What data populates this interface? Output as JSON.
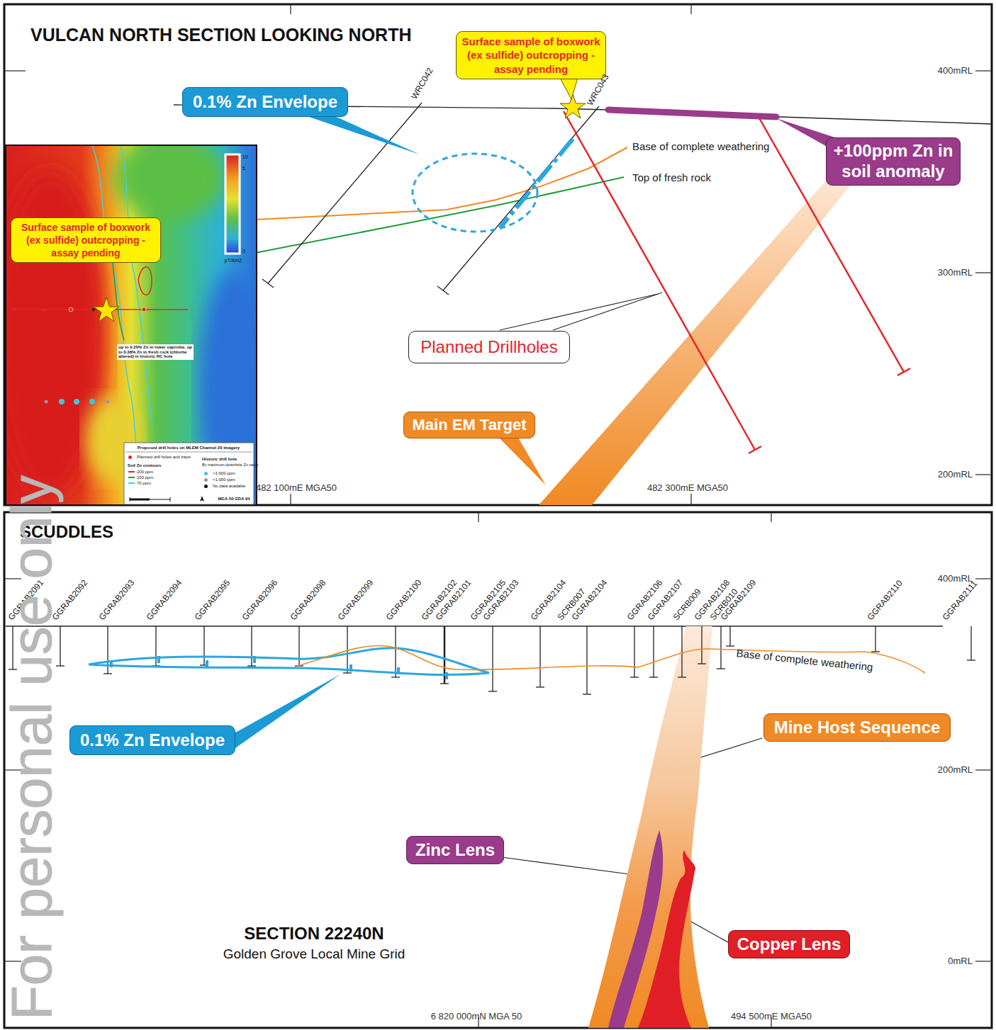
{
  "diagram": {
    "title": "VULCAN NORTH SECTION LOOKING NORTH",
    "nodes": [
      {
        "text": [
          "Surface sample of boxwork (ex sulfide) outcropping - assay pending"
        ]
      },
      {
        "text": [
          "0.1% Zn Envelope"
        ]
      },
      {
        "text": [
          "+100ppm Zn in soil anomaly"
        ]
      },
      {
        "text": [
          "Surface sample of boxwork (ex sulfide) outcropping - assay pending"
        ]
      },
      {
        "text": [
          "up to 0.26% Zn in lower saprolite, up to 0.38% Zn in fresh rock (chlorite altered) in historic RC hole"
        ]
      },
      {
        "text": [
          "Planned Drillholes"
        ]
      },
      {
        "text": [
          "Main EM Target"
        ]
      },
      {
        "text": [
          "0.1% Zn Envelope"
        ]
      },
      {
        "text": [
          "Mine Host Sequence"
        ]
      },
      {
        "text": [
          "Zinc Lens"
        ]
      },
      {
        "text": [
          "Copper Lens"
        ]
      }
    ],
    "labels": [
      "SCUDDLES",
      "WRC042",
      "WRC043",
      "Base of complete weathering",
      "Top of fresh rock",
      "400mRL",
      "300mRL",
      "200mRL",
      "482 100mE MGA50",
      "482 300mE MGA50",
      "10",
      "5",
      "0",
      "pT/Am2",
      "Proposed drill holes on MLEM Channel 20 imagery",
      "Soil Zn contours",
      "Historic drill hole",
      "By maximum downhole Zn value",
      "MGA 50 GDA 94",
      "GGRAB2091",
      "GGRAB2092",
      "GGRAB2093",
      "GGRAB2094",
      "GGRAB2095",
      "GGRAB2096",
      "GGRAB2098",
      "GGRAB2099",
      "GGRAB2100",
      "GGRAB2102",
      "GGRAB2101",
      "GGRAB2105",
      "GGRAB2103",
      "GGRAB2104",
      "SCRB007",
      "GGRAB2104",
      "GGRAB2106",
      "GGRAB2107",
      "SCRB009",
      "GGRAB2108",
      "SCRB010",
      "GGRAB2109",
      "GGRAB2110",
      "GGRAB2111",
      "Base of complete weathering",
      "400mRL",
      "200mRL",
      "0mRL",
      "SECTION 22240N",
      "Golden Grove Local Mine Grid",
      "6 820 000mN MGA 50",
      "494 500mE MGA50",
      "For personal use only"
    ],
    "legend": [
      {
        "text": "Planned drill holes and trace",
        "color": "#e3262d"
      },
      {
        "text": "200 ppm"
      },
      {
        "text": "100 ppm"
      },
      {
        "text": "70 ppm"
      },
      {
        "text": ">1,000 ppm",
        "color": "#3fc4d6"
      },
      {
        "text": "<1,000 ppm",
        "color": "#9a9a9a"
      },
      {
        "text": "No data available",
        "color": "#111111"
      }
    ]
  }
}
